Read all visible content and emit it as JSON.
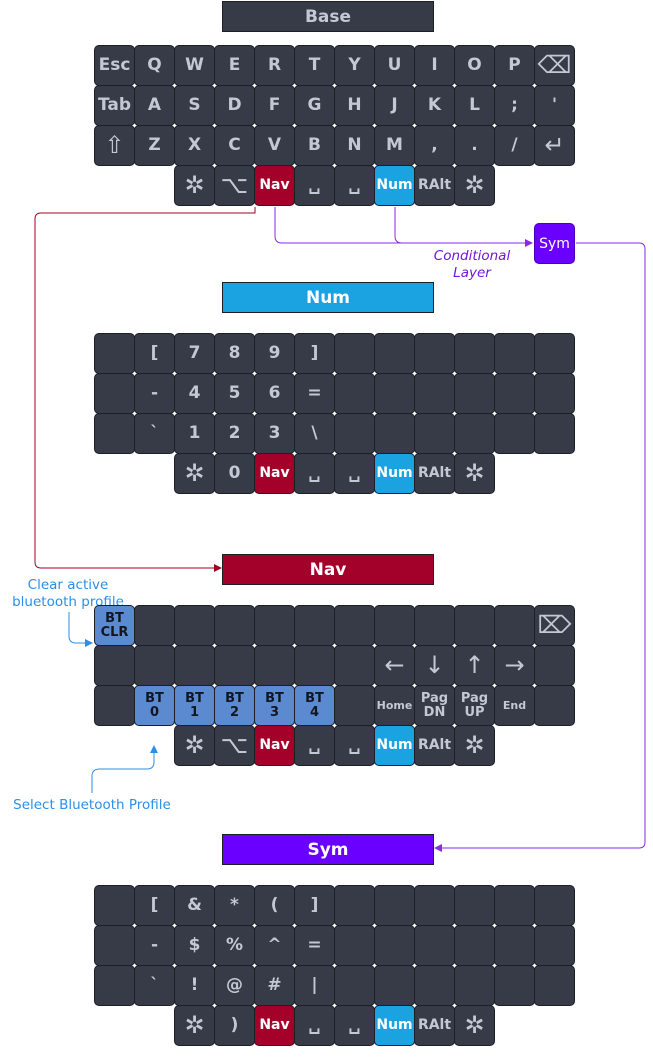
{
  "colors": {
    "key_bg": "#363b47",
    "key_text": "#c3c8d2",
    "nav": "#a3002a",
    "num": "#1ba2e0",
    "sym": "#6a00ff",
    "bluetooth": "#5b8ad0",
    "annotation_blue": "#2b8fe8",
    "arrow_nav": "#a3002a",
    "arrow_num": "#8a2be2"
  },
  "layers": [
    {
      "id": "base",
      "title": "Base",
      "title_bg": "#363b47",
      "title_color": "#c3c8d2",
      "rows": [
        [
          "Esc",
          "Q",
          "W",
          "E",
          "R",
          "T",
          "Y",
          "U",
          "I",
          "O",
          "P",
          "⌫"
        ],
        [
          "Tab",
          "A",
          "S",
          "D",
          "F",
          "G",
          "H",
          "J",
          "K",
          "L",
          ";",
          "'"
        ],
        [
          "⇧",
          "Z",
          "X",
          "C",
          "V",
          "B",
          "N",
          "M",
          ",",
          ".",
          "/",
          "↵"
        ]
      ],
      "thumbs": [
        "✲",
        "⌥",
        "Nav",
        "␣",
        "␣",
        "Num",
        "RAlt",
        "✲"
      ]
    },
    {
      "id": "num",
      "title": "Num",
      "title_bg": "#1ba2e0",
      "title_color": "#ffffff",
      "rows": [
        [
          "",
          "[",
          "7",
          "8",
          "9",
          "]",
          "",
          "",
          "",
          "",
          "",
          ""
        ],
        [
          "",
          "-",
          "4",
          "5",
          "6",
          "=",
          "",
          "",
          "",
          "",
          "",
          ""
        ],
        [
          "",
          "`",
          "1",
          "2",
          "3",
          "\\",
          "",
          "",
          "",
          "",
          "",
          ""
        ]
      ],
      "thumbs": [
        "✲",
        "0",
        "Nav",
        "␣",
        "␣",
        "Num",
        "RAlt",
        "✲"
      ]
    },
    {
      "id": "nav",
      "title": "Nav",
      "title_bg": "#a3002a",
      "title_color": "#ffffff",
      "rows": [
        [
          "BT\nCLR",
          "",
          "",
          "",
          "",
          "",
          "",
          "",
          "",
          "",
          "",
          "⌦"
        ],
        [
          "",
          "",
          "",
          "",
          "",
          "",
          "",
          "←",
          "↓",
          "↑",
          "→",
          ""
        ],
        [
          "",
          "BT\n0",
          "BT\n1",
          "BT\n2",
          "BT\n3",
          "BT\n4",
          "",
          "Home",
          "Pag\nDN",
          "Pag\nUP",
          "End",
          ""
        ]
      ],
      "thumbs": [
        "✲",
        "⌥",
        "Nav",
        "␣",
        "␣",
        "Num",
        "RAlt",
        "✲"
      ]
    },
    {
      "id": "sym",
      "title": "Sym",
      "title_bg": "#6a00ff",
      "title_color": "#ffffff",
      "rows": [
        [
          "",
          "[",
          "&",
          "*",
          "(",
          "]",
          "",
          "",
          "",
          "",
          "",
          ""
        ],
        [
          "",
          "-",
          "$",
          "%",
          "^",
          "=",
          "",
          "",
          "",
          "",
          "",
          ""
        ],
        [
          "",
          "`",
          "!",
          "@",
          "#",
          "|",
          "",
          "",
          "",
          "",
          "",
          ""
        ]
      ],
      "thumbs": [
        "✲",
        ")",
        "Nav",
        "␣",
        "␣",
        "Num",
        "RAlt",
        "✲"
      ]
    }
  ],
  "conditional": {
    "node_label": "Sym",
    "caption": "Conditional Layer"
  },
  "annotations": {
    "clear_bt": "Clear active bluetooth profile",
    "select_bt": "Select Bluetooth Profile"
  }
}
